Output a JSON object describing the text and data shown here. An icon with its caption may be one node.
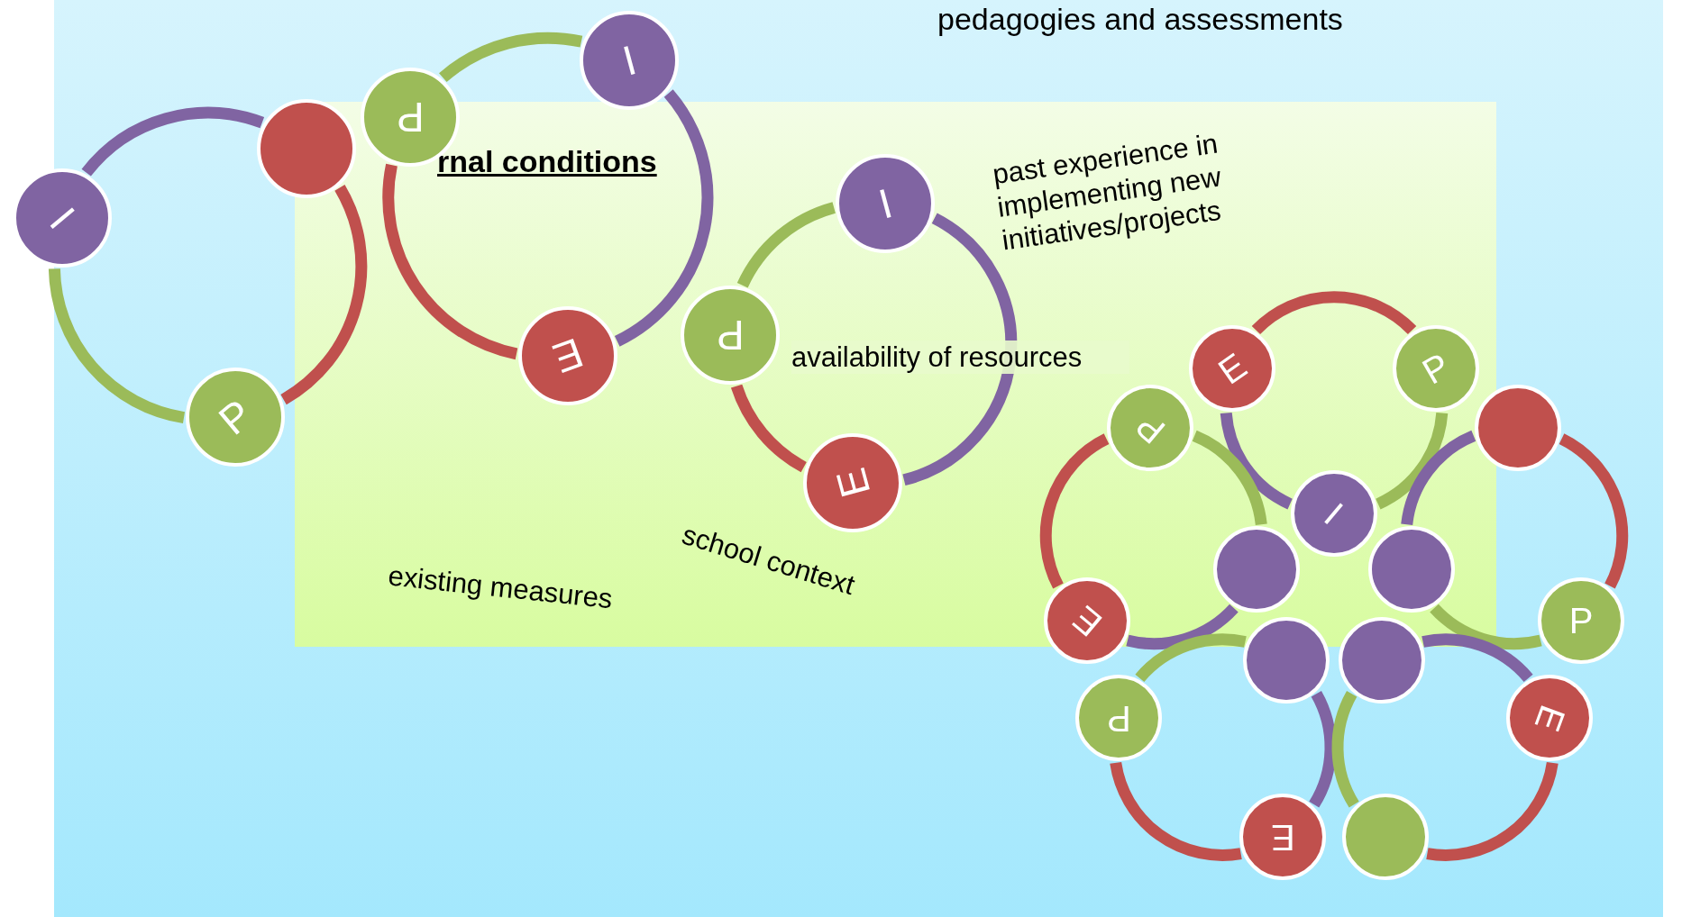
{
  "diagram": {
    "nodes": [
      {
        "text": [
          "pedagogies and assessments"
        ]
      },
      {
        "text": [
          "rnal conditions"
        ],
        "in": 0
      },
      {
        "text": [
          "I"
        ]
      },
      {
        "text": [],
        "shape": "circle",
        "in": 0
      },
      {
        "text": [
          "P"
        ],
        "in": 0
      },
      {
        "text": [
          "P"
        ],
        "in": 0
      },
      {
        "text": [
          "I"
        ],
        "in": 0
      },
      {
        "text": [
          "E"
        ],
        "in": 1
      },
      {
        "text": [
          "P"
        ],
        "in": 1
      },
      {
        "text": [
          "I"
        ],
        "in": 1
      },
      {
        "text": [
          "E"
        ],
        "in": 1
      },
      {
        "text": [
          "E"
        ],
        "in": 1
      },
      {
        "text": [],
        "shape": "circle",
        "in": 0
      },
      {
        "text": [
          "P"
        ],
        "in": 1
      },
      {
        "text": [
          "P"
        ],
        "in": 1
      },
      {
        "text": [
          "I"
        ],
        "in": 1
      },
      {
        "text": [],
        "shape": "circle",
        "in": 1
      },
      {
        "text": [],
        "shape": "circle",
        "in": 1
      },
      {
        "text": [],
        "shape": "circle",
        "in": 0
      },
      {
        "text": [],
        "shape": "circle",
        "in": 0
      },
      {
        "text": [
          "P"
        ],
        "in": 0
      },
      {
        "text": [
          "P"
        ],
        "in": 0
      },
      {
        "text": [
          "E"
        ],
        "in": 0
      },
      {
        "text": [],
        "shape": "circle",
        "in": 0
      },
      {
        "text": [
          "E"
        ],
        "in": 0
      },
      {
        "text": [
          "E"
        ],
        "in": 0
      }
    ],
    "edges": [
      {
        "from": 2,
        "to": 3,
        "arrow": "none",
        "color": "#8064a2"
      },
      {
        "from": 3,
        "to": 5,
        "arrow": "none",
        "color": "#c0504d"
      },
      {
        "from": 5,
        "to": 2,
        "arrow": "none",
        "color": "#9bbb59"
      },
      {
        "from": 4,
        "to": 6,
        "arrow": "none",
        "color": "#9bbb59"
      },
      {
        "from": 6,
        "to": 7,
        "arrow": "none",
        "color": "#8064a2"
      },
      {
        "from": 7,
        "to": 4,
        "arrow": "none",
        "color": "#c0504d"
      },
      {
        "from": 8,
        "to": 9,
        "arrow": "none",
        "color": "#9bbb59"
      },
      {
        "from": 9,
        "to": 10,
        "arrow": "none",
        "color": "#8064a2"
      },
      {
        "from": 10,
        "to": 8,
        "arrow": "none",
        "color": "#c0504d"
      },
      {
        "from": 15,
        "to": 11,
        "arrow": "none",
        "color": "#8064a2"
      },
      {
        "from": 11,
        "to": 13,
        "arrow": "none",
        "color": "#c0504d"
      },
      {
        "from": 13,
        "to": 15,
        "arrow": "none",
        "color": "#9bbb59"
      },
      {
        "from": 17,
        "to": 12,
        "arrow": "none",
        "color": "#8064a2"
      },
      {
        "from": 12,
        "to": 20,
        "arrow": "none",
        "color": "#c0504d"
      },
      {
        "from": 20,
        "to": 17,
        "arrow": "none",
        "color": "#9bbb59"
      },
      {
        "from": 16,
        "to": 22,
        "arrow": "none",
        "color": "#8064a2"
      },
      {
        "from": 22,
        "to": 14,
        "arrow": "none",
        "color": "#c0504d"
      },
      {
        "from": 14,
        "to": 16,
        "arrow": "none",
        "color": "#9bbb59"
      },
      {
        "from": 18,
        "to": 24,
        "arrow": "none",
        "color": "#8064a2"
      },
      {
        "from": 24,
        "to": 21,
        "arrow": "none",
        "color": "#c0504d"
      },
      {
        "from": 21,
        "to": 18,
        "arrow": "none",
        "color": "#9bbb59"
      },
      {
        "from": 19,
        "to": 25,
        "arrow": "none",
        "color": "#8064a2"
      },
      {
        "from": 25,
        "to": 23,
        "arrow": "none",
        "color": "#c0504d"
      },
      {
        "from": 23,
        "to": 19,
        "arrow": "none",
        "color": "#9bbb59"
      }
    ],
    "labels": [
      "past experience in implementing new initiatives/projects",
      "availability of resources",
      "school context",
      "existing measures"
    ]
  }
}
